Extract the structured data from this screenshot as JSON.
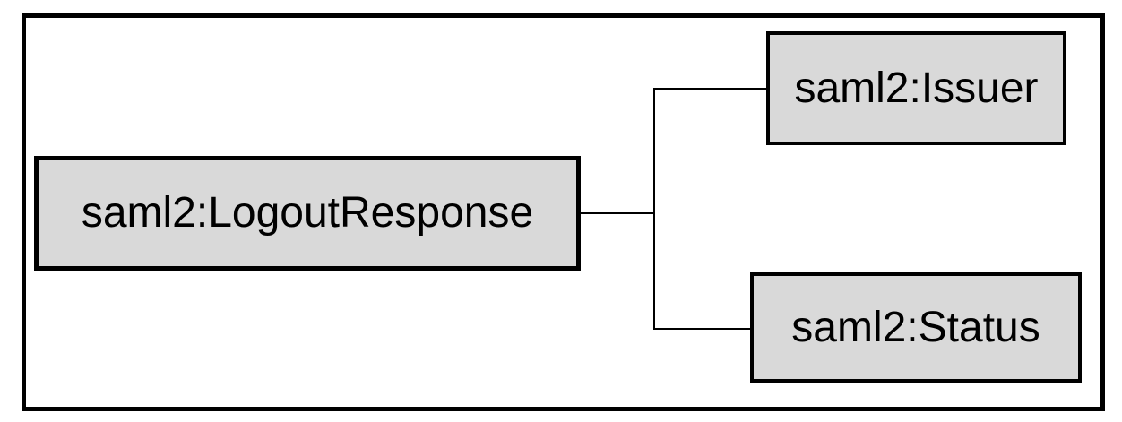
{
  "diagram": {
    "nodes": {
      "root": {
        "label": "saml2:LogoutResponse"
      },
      "child_issuer": {
        "label": "saml2:Issuer"
      },
      "child_status": {
        "label": "saml2:Status"
      }
    },
    "edges": [
      {
        "from": "saml2:LogoutResponse",
        "to": "saml2:Issuer"
      },
      {
        "from": "saml2:LogoutResponse",
        "to": "saml2:Status"
      }
    ],
    "colors": {
      "background": "#ffffff",
      "node_fill": "#d9d9d9",
      "node_border": "#000000",
      "connector": "#000000",
      "frame_border": "#000000",
      "text": "#000000"
    }
  }
}
